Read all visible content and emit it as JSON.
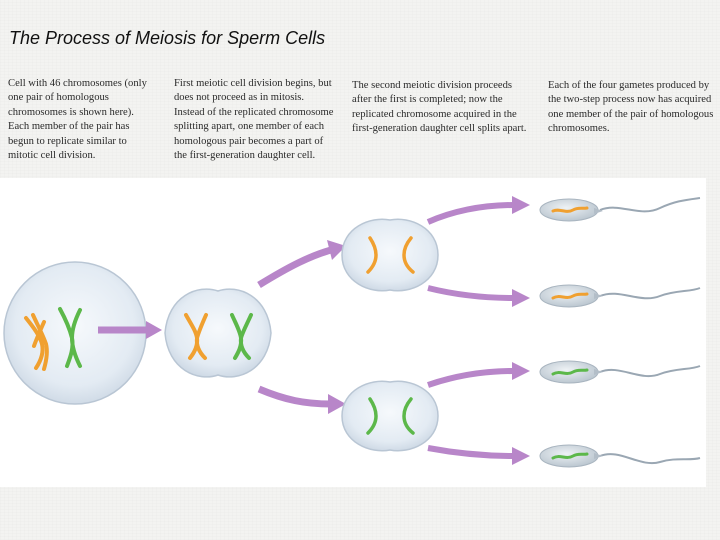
{
  "title": "The Process of Meiosis for Sperm Cells",
  "captions": [
    "Cell with 46 chromosomes (only one pair of homologous chromosomes is shown here). Each member of the pair has begun to replicate similar to mitotic cell division.",
    "First meiotic cell division begins, but does not proceed as in mitosis. Instead of the replicated chromosome splitting apart, one member of each homologous pair becomes a part of the first-generation daughter cell.",
    "The second meiotic division proceeds after the first is completed; now the replicated chromosome acquired in the first-generation daughter cell splits apart.",
    "Each of the four gametes produced by the two-step process now has acquired one member of the pair of homologous chromosomes."
  ],
  "colors": {
    "arrow": "#b886c9",
    "chromosome_orange": "#f0a030",
    "chromosome_green": "#5cb84a",
    "cell_fill": "#dfe8f2",
    "cell_edge": "#aebccf",
    "gamete_fill": "#c4cfd8",
    "tail": "#9aa7b3"
  }
}
